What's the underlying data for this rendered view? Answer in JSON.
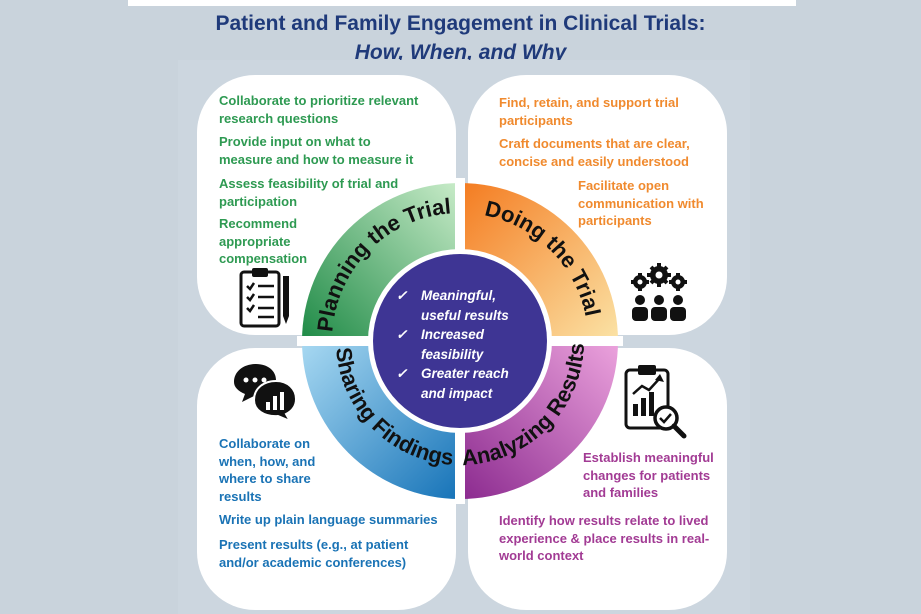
{
  "title": {
    "line1": "Patient and Family Engagement in Clinical Trials:",
    "line2": "How, When, and Why"
  },
  "colors": {
    "planning": "#2e9a52",
    "doing": "#f08a2e",
    "sharing": "#1a73b5",
    "analyzing": "#a23b94",
    "center": "#3e3594",
    "title": "#1f3a7a"
  },
  "quadrants": {
    "planning": {
      "label": "Planning the Trial",
      "icon": "clipboard-checklist-icon",
      "items": [
        "Collaborate to prioritize relevant research questions",
        "Provide input on what to measure and how to measure it",
        "Assess feasibility of trial and participation",
        "Recommend appropriate compensation"
      ]
    },
    "doing": {
      "label": "Doing the Trial",
      "icon": "team-gears-icon",
      "items": [
        "Find, retain, and support trial participants",
        "Craft documents that are clear, concise  and easily understood",
        "Facilitate open communication with participants"
      ]
    },
    "sharing": {
      "label": "Sharing Findings",
      "icon": "chat-bubbles-chart-icon",
      "items": [
        "Collaborate on when, how, and where to share results",
        "Write up plain language summaries",
        "Present results (e.g., at patient and/or academic conferences)"
      ]
    },
    "analyzing": {
      "label": "Analyzing Results",
      "icon": "clipboard-chart-magnifier-icon",
      "items": [
        "Establish meaningful changes for patients and families",
        "Identify how results relate to lived experience & place results in real-world context"
      ]
    }
  },
  "center": {
    "items": [
      "Meaningful, useful results",
      "Increased feasibility",
      "Greater reach and impact"
    ]
  }
}
